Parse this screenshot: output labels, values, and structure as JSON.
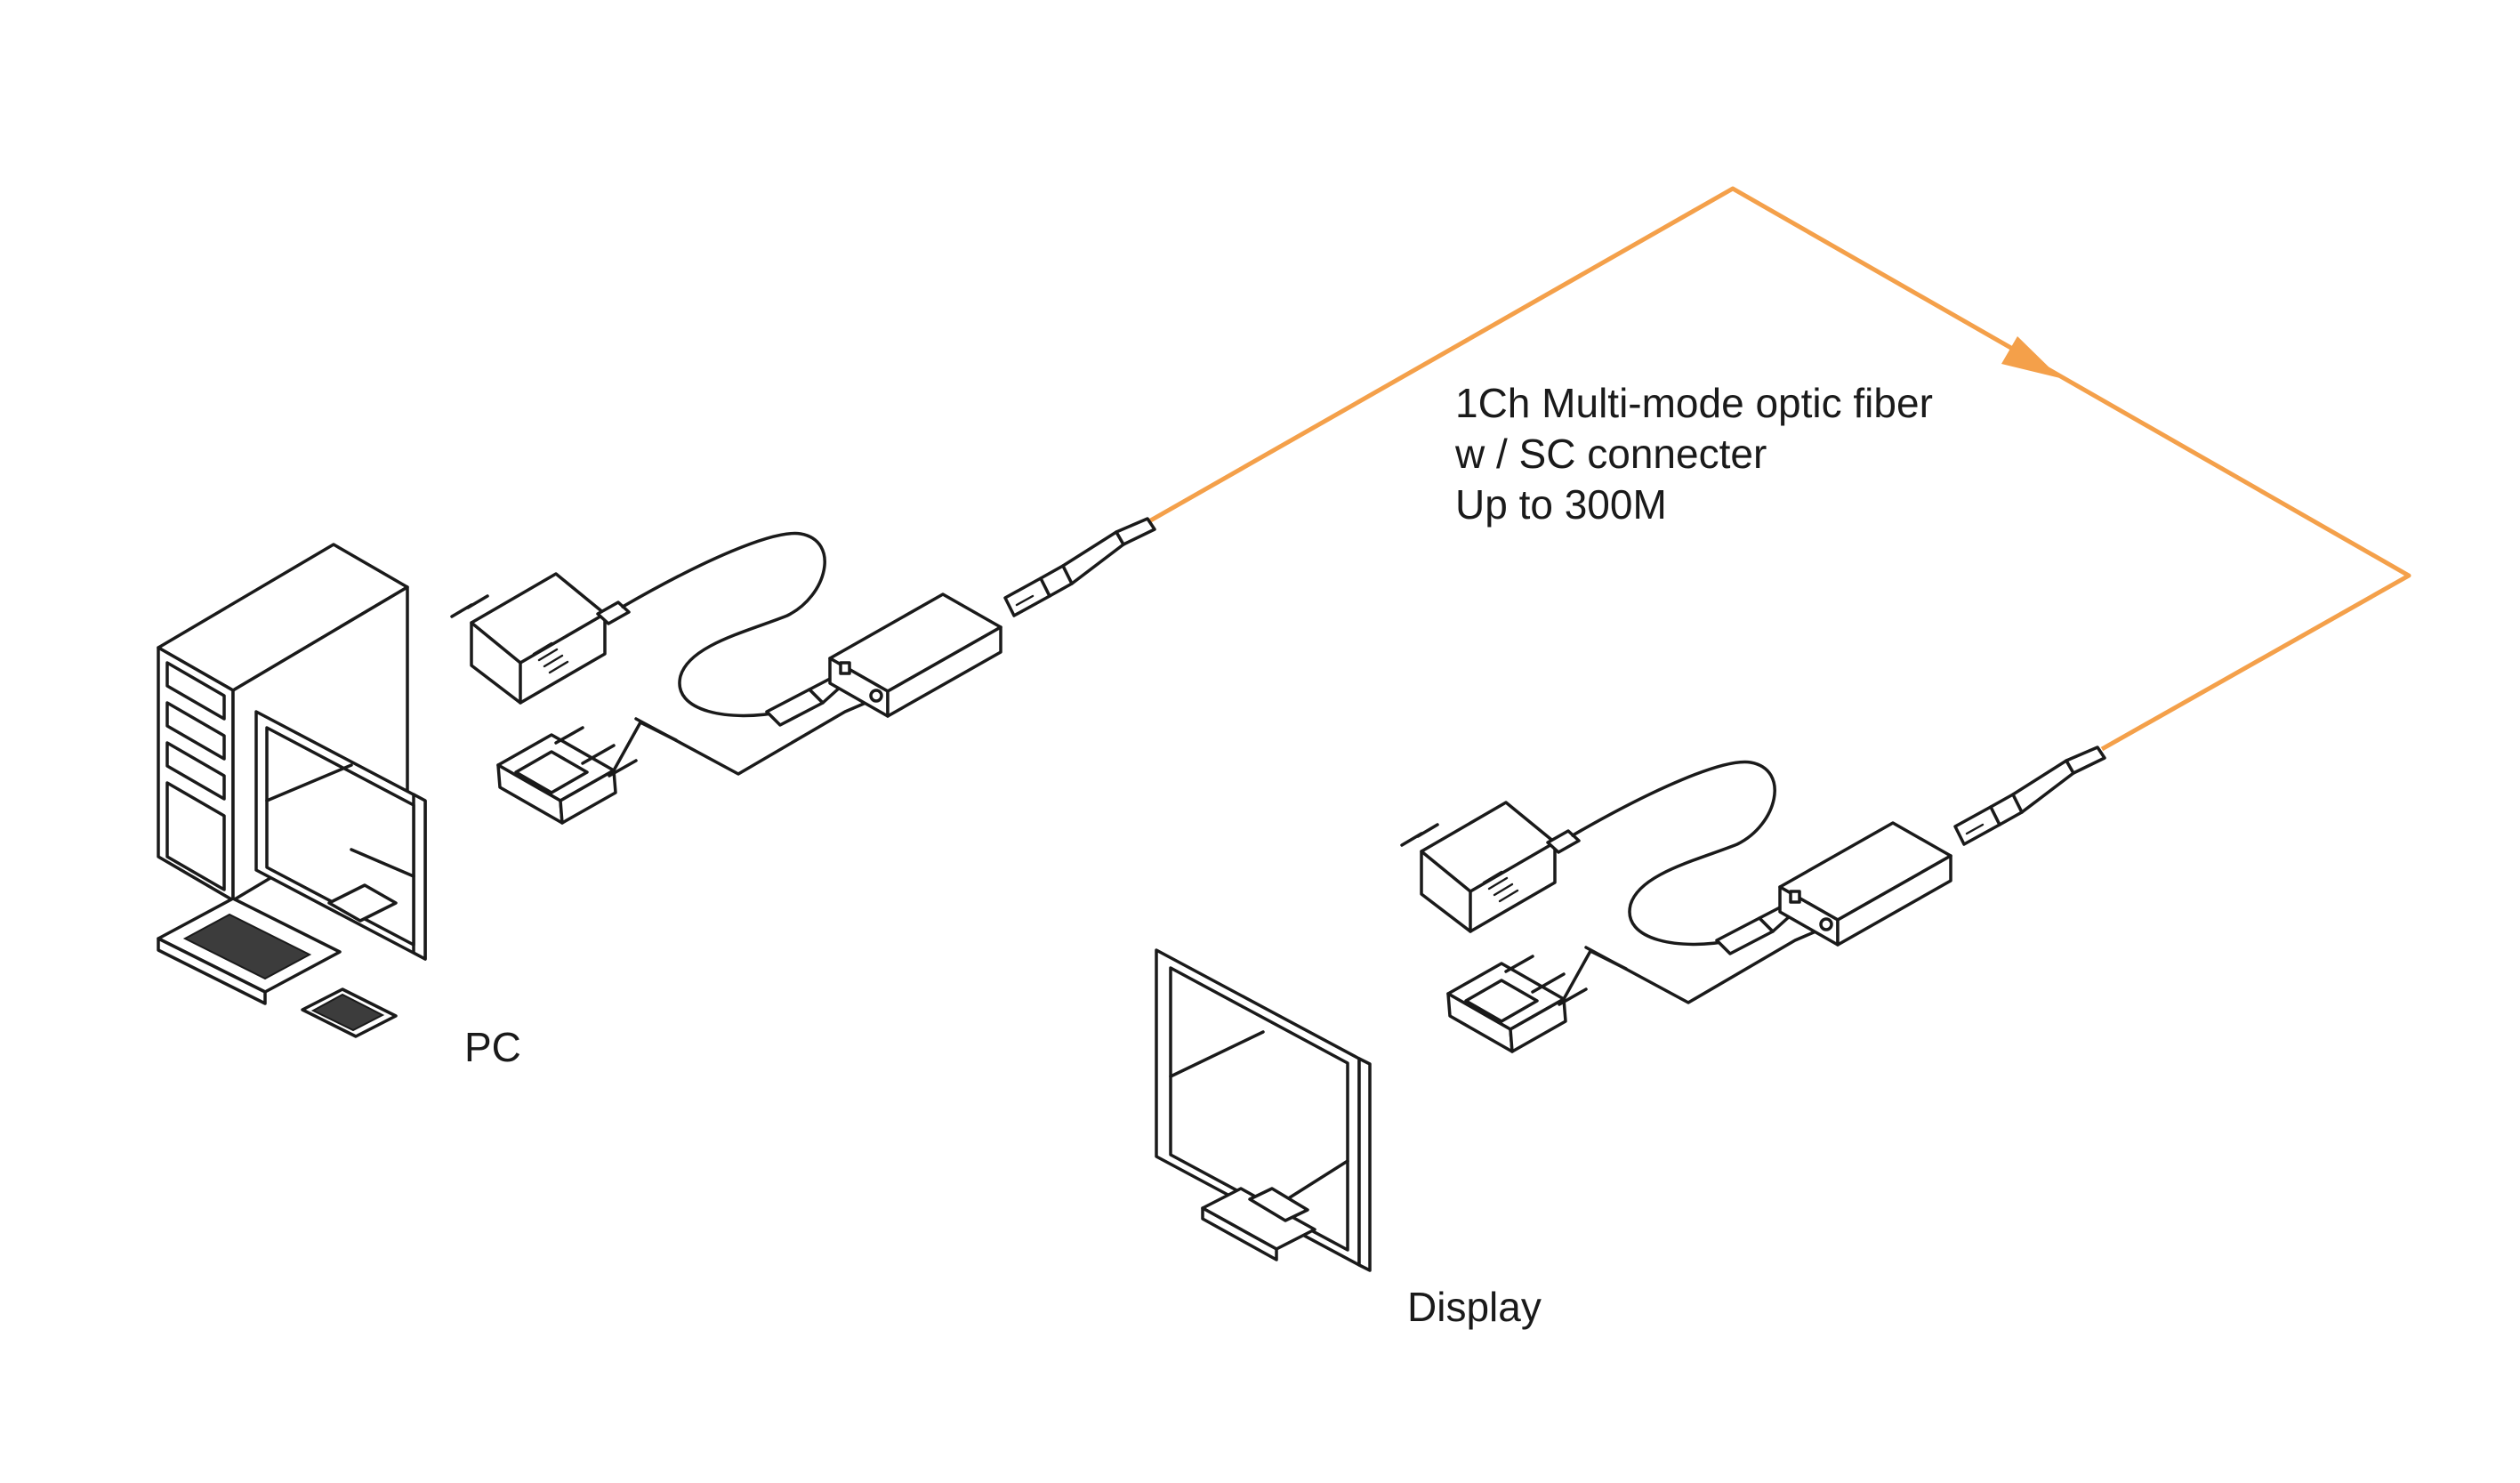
{
  "labels": {
    "pc": "PC",
    "display": "Display",
    "fiber_spec": [
      "1Ch Multi-mode optic fiber",
      "w / SC connecter",
      "Up to 300M"
    ]
  },
  "colors": {
    "fiber": "#F4A04A",
    "line": "#1a1a1a",
    "background": "#ffffff"
  }
}
